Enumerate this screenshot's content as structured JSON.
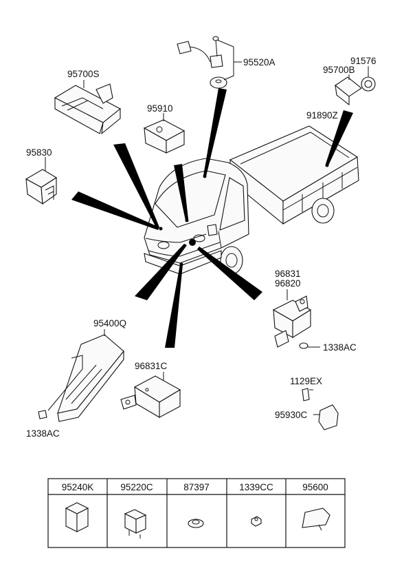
{
  "callouts": {
    "p95700S": "95700S",
    "p95910": "95910",
    "p95520A": "95520A",
    "p91576": "91576",
    "p95700B": "95700B",
    "p91890Z": "91890Z",
    "p95830": "95830",
    "p96831": "96831",
    "p96820": "96820",
    "p1338AC_right": "1338AC",
    "p95400Q": "95400Q",
    "p96831C": "96831C",
    "p1129EX": "1129EX",
    "p95930C": "95930C",
    "p1338AC_left": "1338AC"
  },
  "parts_table": {
    "headers": [
      "95240K",
      "95220C",
      "87397",
      "1339CC",
      "95600"
    ]
  }
}
